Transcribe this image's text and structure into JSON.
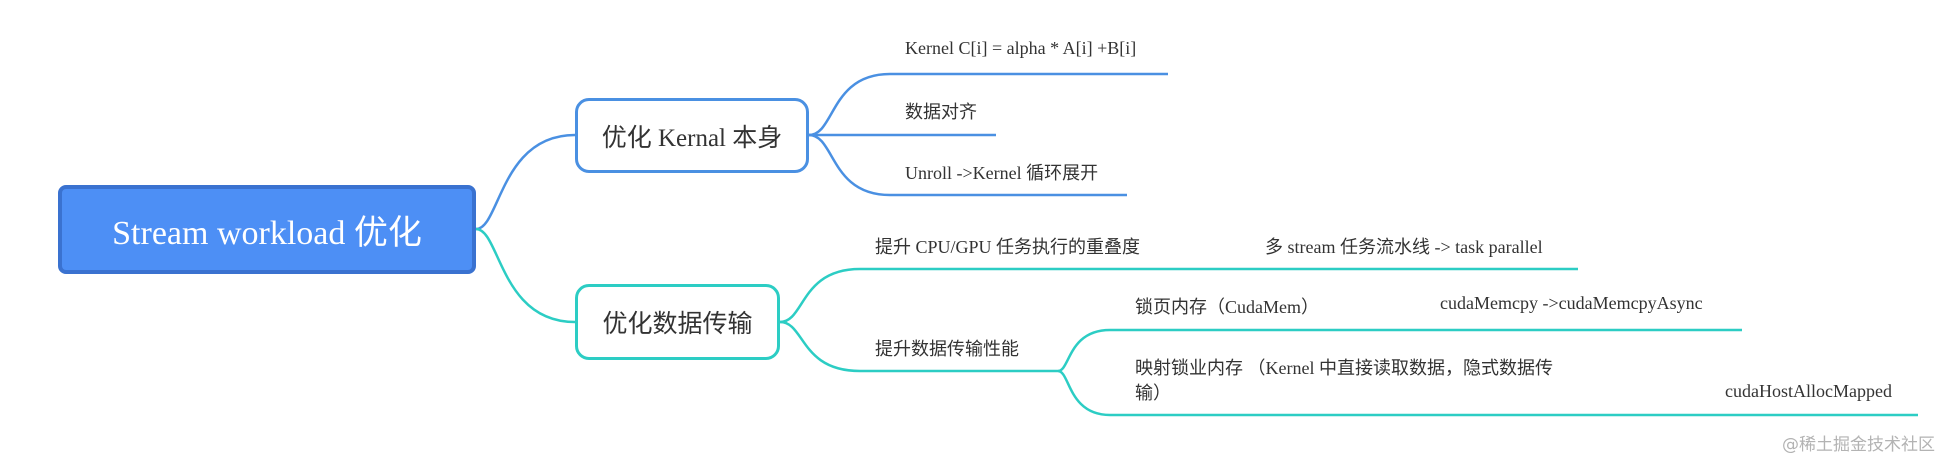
{
  "root": {
    "label": "Stream workload 优化"
  },
  "branches": [
    {
      "label": "优化 Kernal 本身",
      "color": "#4a90e2",
      "children": [
        {
          "label": "Kernel C[i] = alpha * A[i] +B[i]"
        },
        {
          "label": "数据对齐"
        },
        {
          "label": "Unroll ->Kernel 循环展开"
        }
      ]
    },
    {
      "label": "优化数据传输",
      "color": "#2ccdc4",
      "children": [
        {
          "label": "提升 CPU/GPU 任务执行的重叠度",
          "children": [
            {
              "label": "多 stream 任务流水线 -> task parallel"
            }
          ]
        },
        {
          "label": "提升数据传输性能",
          "children": [
            {
              "label": "锁页内存（CudaMem）",
              "children": [
                {
                  "label": "cudaMemcpy ->cudaMemcpyAsync"
                }
              ]
            },
            {
              "label_line1": "映射锁业内存 （Kernel 中直接读取数据，隐式数据传",
              "label_line2": "输）",
              "children": [
                {
                  "label": "cudaHostAllocMapped"
                }
              ]
            }
          ]
        }
      ]
    }
  ],
  "watermark": "@稀土掘金技术社区"
}
